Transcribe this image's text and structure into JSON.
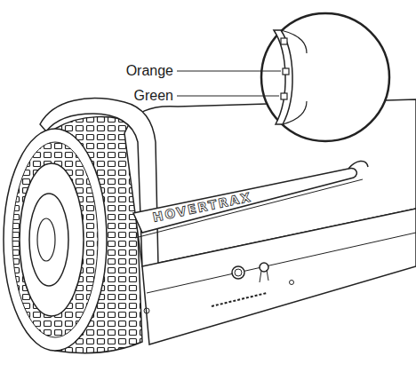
{
  "diagram": {
    "labels": [
      "Orange",
      "Green",
      "HOVERTRAX"
    ]
  }
}
